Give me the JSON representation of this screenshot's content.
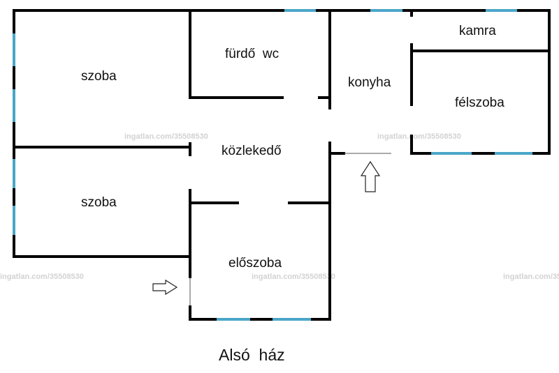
{
  "plan": {
    "rooms": {
      "szoba_top": "szoba",
      "furdo_wc": "fürdő  wc",
      "konyha": "konyha",
      "kamra": "kamra",
      "felszoba": "félszoba",
      "kozlekedo": "közlekedő",
      "szoba_bottom": "szoba",
      "eloszoba": "előszoba"
    },
    "caption": "Alsó  ház",
    "watermark": "ingatlan.com/35508530",
    "colors": {
      "wall": "#000000",
      "window": "#4aa6c8",
      "background": "#ffffff"
    },
    "icons": {
      "entrance_right": "arrow-right-icon",
      "entrance_up": "arrow-up-icon"
    }
  }
}
